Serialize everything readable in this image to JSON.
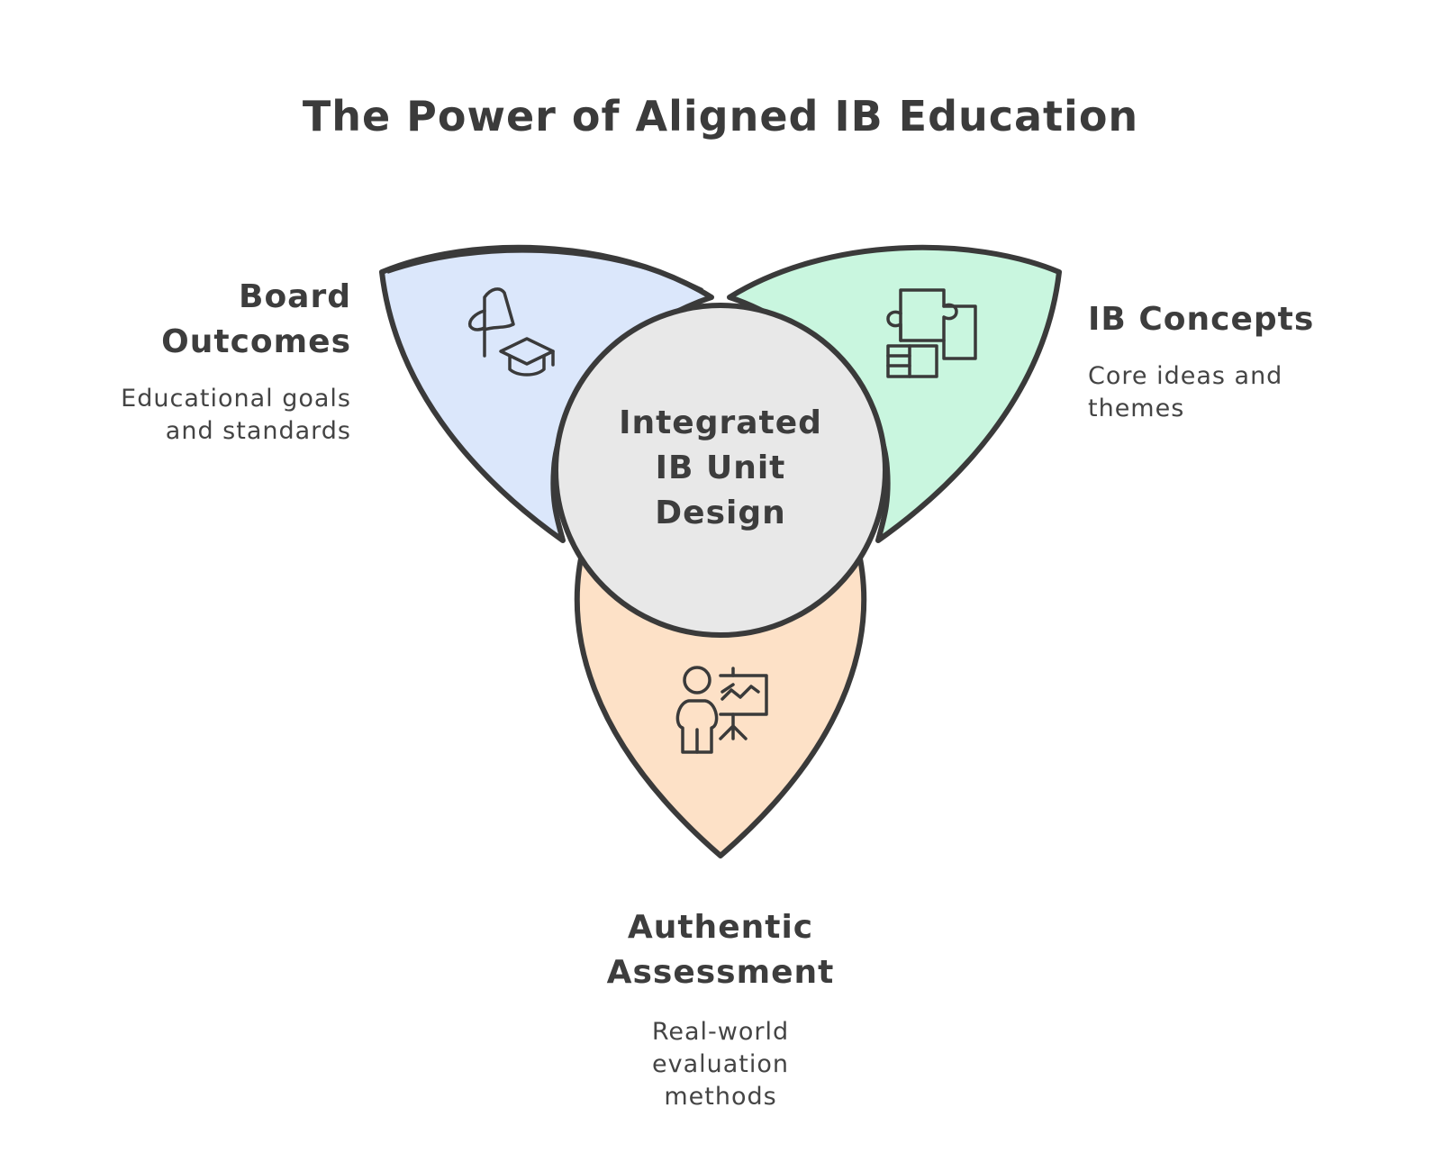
{
  "title": "The Power of Aligned IB Education",
  "center": {
    "lines": [
      "Integrated",
      "IB Unit",
      "Design"
    ]
  },
  "petals": [
    {
      "id": "board-outcomes",
      "title_lines": [
        "Board",
        "Outcomes"
      ],
      "description_lines": [
        "Educational goals",
        "and standards"
      ],
      "color": "#dbe7fb",
      "icon": "flag-graduation-cap-icon"
    },
    {
      "id": "ib-concepts",
      "title_lines": [
        "IB Concepts"
      ],
      "description_lines": [
        "Core ideas and",
        "themes"
      ],
      "color": "#c9f6df",
      "icon": "puzzle-pieces-icon"
    },
    {
      "id": "authentic-assessment",
      "title_lines": [
        "Authentic",
        "Assessment"
      ],
      "description_lines": [
        "Real-world",
        "evaluation",
        "methods"
      ],
      "color": "#fde1c7",
      "icon": "presenter-chart-icon"
    }
  ],
  "colors": {
    "outline": "#3a3a3a",
    "center_fill": "#e8e8e8",
    "text": "#3d3d3d"
  }
}
